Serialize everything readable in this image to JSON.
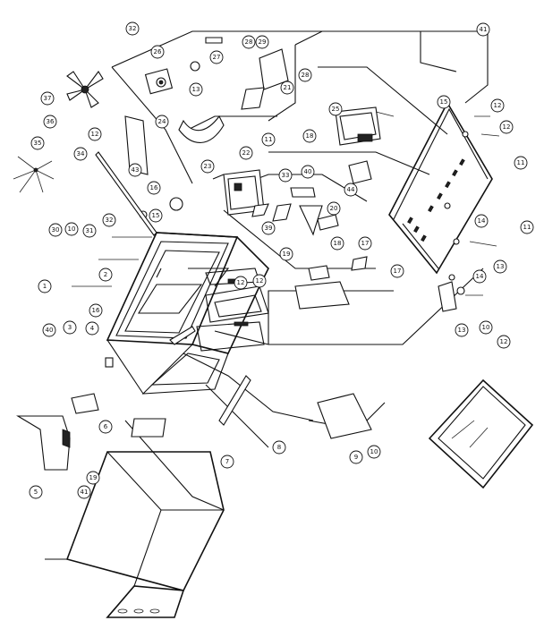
{
  "diagram": {
    "type": "exploded parts diagram",
    "callouts": [
      "32",
      "27",
      "28",
      "29",
      "26",
      "13",
      "37",
      "36",
      "12",
      "34",
      "35",
      "24",
      "25",
      "22",
      "11",
      "18",
      "21",
      "28",
      "41",
      "15",
      "12",
      "12",
      "11",
      "33",
      "44",
      "43",
      "40",
      "39",
      "20",
      "19",
      "23",
      "16",
      "15",
      "32",
      "30",
      "10",
      "31",
      "2",
      "1",
      "16",
      "12",
      "12",
      "18",
      "17",
      "17",
      "14",
      "11",
      "13",
      "14",
      "10",
      "13",
      "3",
      "4",
      "40",
      "6",
      "8",
      "5",
      "41",
      "19",
      "7",
      "9",
      "10",
      "12"
    ],
    "line_color": "#111111",
    "background": "#ffffff"
  }
}
